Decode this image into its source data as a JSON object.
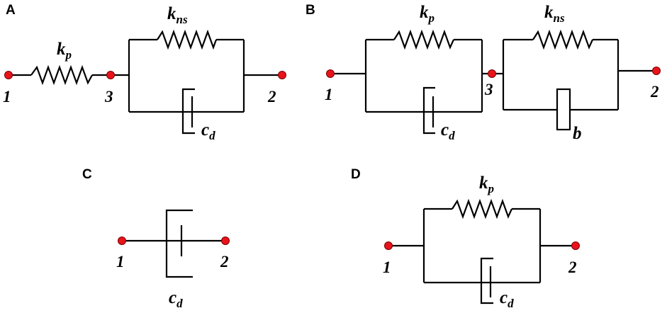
{
  "colors": {
    "wire": "#000000",
    "node_fill": "#e8131b",
    "node_stroke": "#7a0000",
    "background": "#ffffff"
  },
  "panels": {
    "A": {
      "letter": "A",
      "nodes": [
        "1",
        "3",
        "2"
      ],
      "spring_kp": {
        "base": "k",
        "sub": "p"
      },
      "spring_kns": {
        "base": "k",
        "sub": "ns"
      },
      "damper_cd": {
        "base": "c",
        "sub": "d"
      }
    },
    "B": {
      "letter": "B",
      "nodes": [
        "1",
        "3",
        "2"
      ],
      "spring_kp": {
        "base": "k",
        "sub": "p"
      },
      "spring_kns": {
        "base": "k",
        "sub": "ns"
      },
      "damper_cd": {
        "base": "c",
        "sub": "d"
      },
      "inerter": "b"
    },
    "C": {
      "letter": "C",
      "nodes": [
        "1",
        "2"
      ],
      "damper_cd": {
        "base": "c",
        "sub": "d"
      }
    },
    "D": {
      "letter": "D",
      "nodes": [
        "1",
        "2"
      ],
      "spring_kp": {
        "base": "k",
        "sub": "p"
      },
      "damper_cd": {
        "base": "c",
        "sub": "d"
      }
    }
  }
}
